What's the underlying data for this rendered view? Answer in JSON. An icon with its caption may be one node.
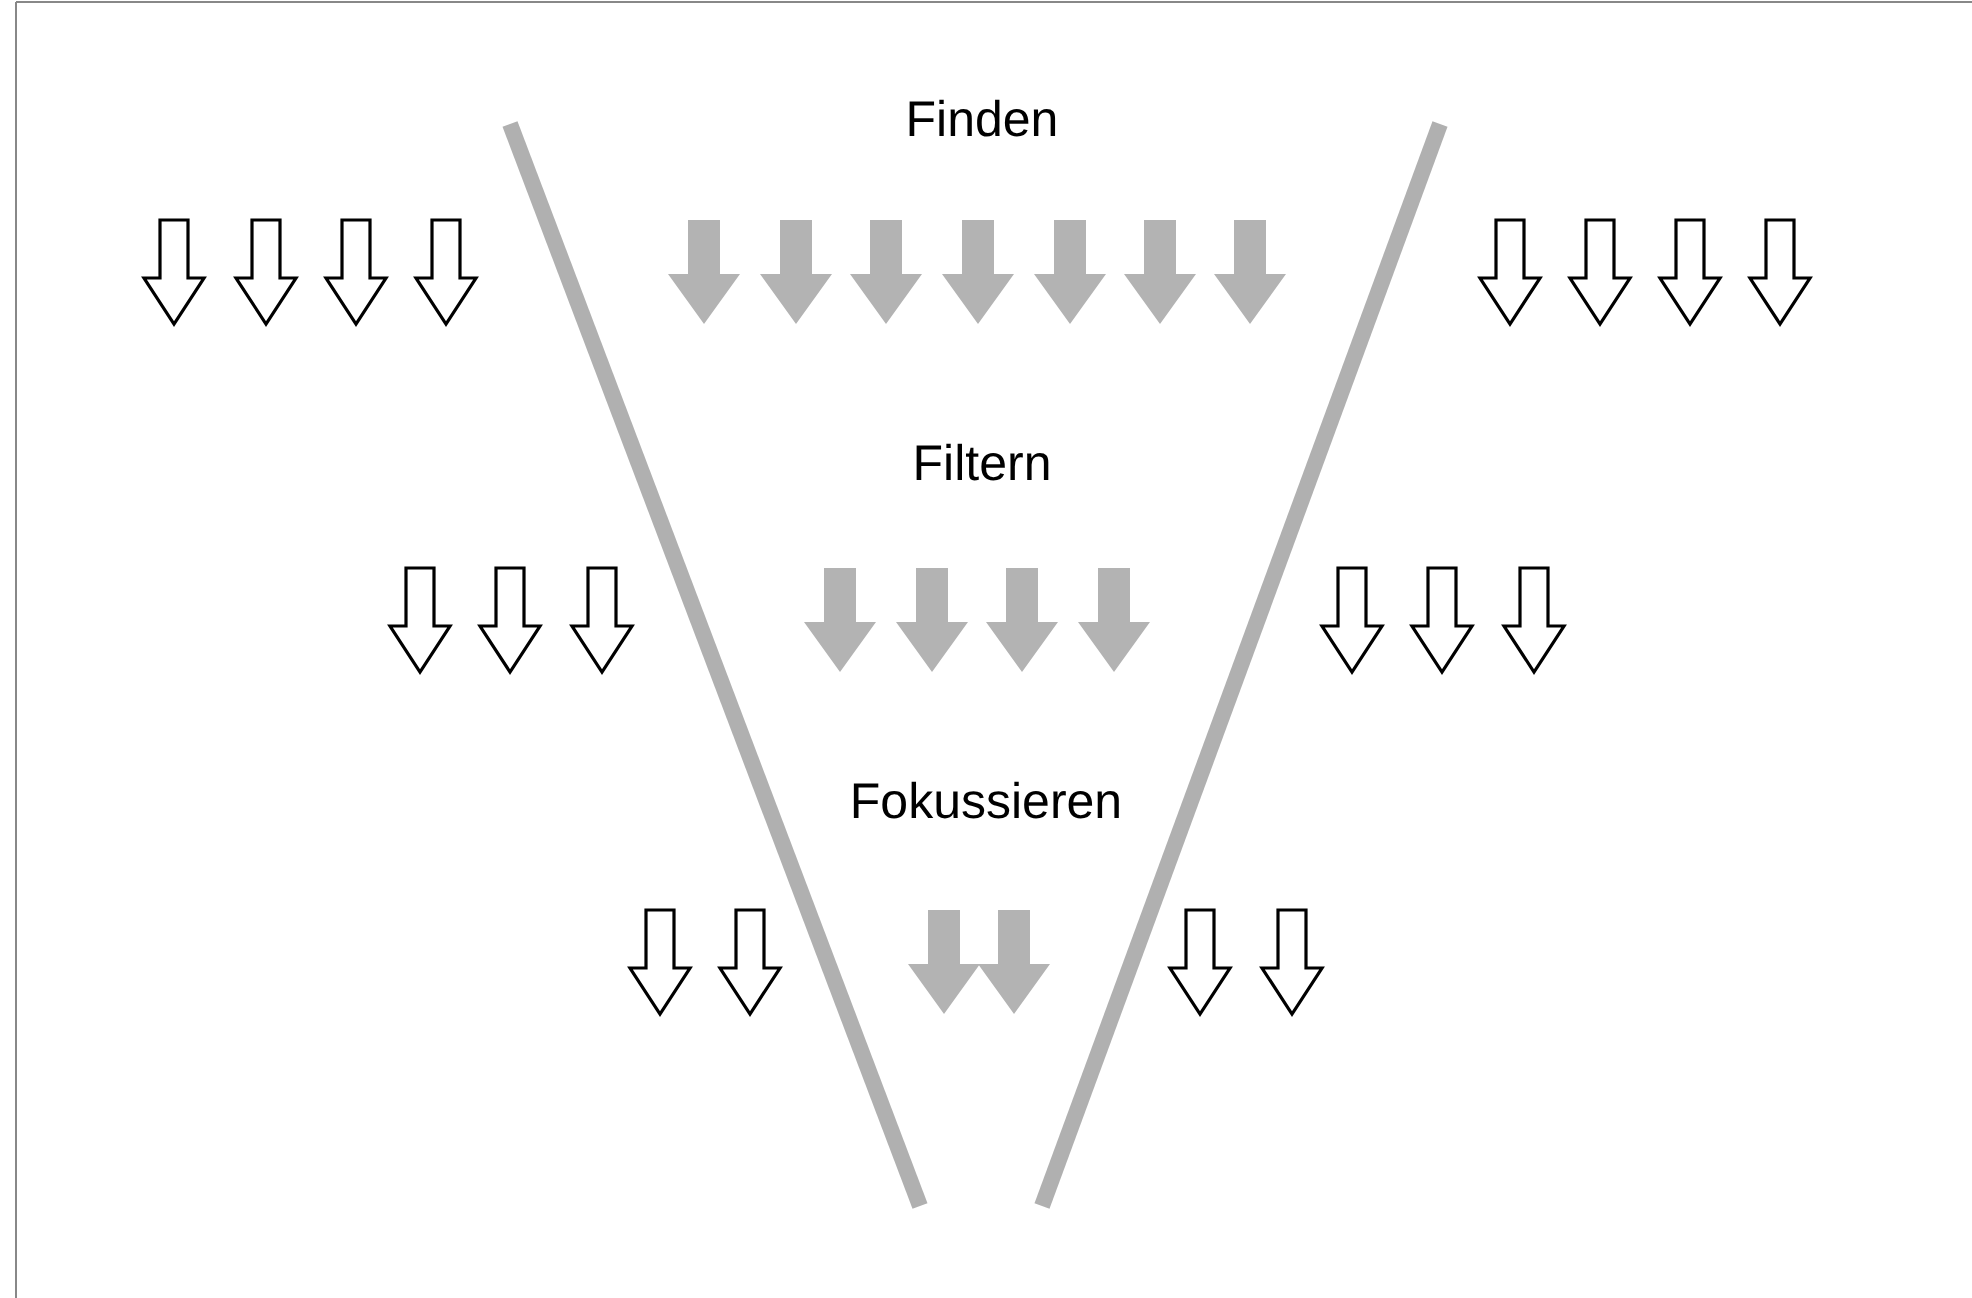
{
  "diagram": {
    "labels": [
      "Finden",
      "Filtern",
      "Fokussieren"
    ]
  }
}
